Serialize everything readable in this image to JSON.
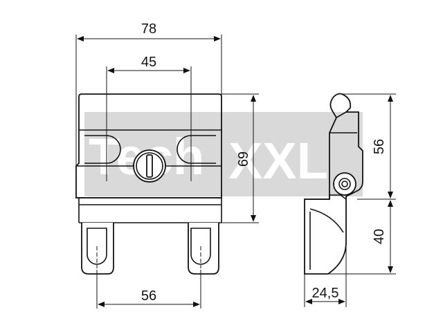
{
  "dimensions": {
    "overall_width": "78",
    "slot_spacing_top": "45",
    "slot_spacing_bottom": "56",
    "height_front": "69",
    "height_side_upper": "56",
    "height_side_lower": "40",
    "depth_side": "24,5"
  },
  "watermark": {
    "text_left": "Tech",
    "text_right": "XXL",
    "box_color": "#d9d9d9"
  },
  "colors": {
    "line": "#111111",
    "background": "#ffffff"
  }
}
